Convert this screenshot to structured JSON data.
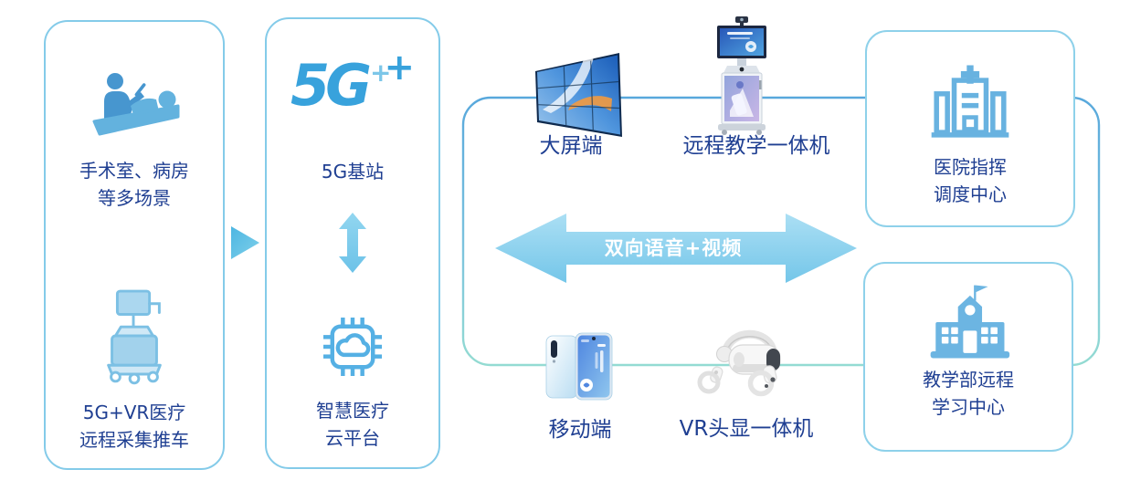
{
  "palette": {
    "box_border": "#84cbe9",
    "right_box_border": "#8ed1ea",
    "hub_border_top": "#58a8dc",
    "hub_border_bottom": "#93dbd2",
    "label_text": "#1f3f92",
    "accent_blue": "#38a2dc",
    "arrow_fill": "#8ed2ef",
    "arrow_text": "#ffffff"
  },
  "icons": {
    "scenario_top": "surgery-patient-icon",
    "scenario_bottom": "medical-cart-icon",
    "network_logo": "5g-logo",
    "network_cloud": "cloud-chip-icon",
    "flow_triangle": "right-triangle-arrow-icon",
    "vertical_link": "vertical-double-arrow-icon",
    "center_link": "horizontal-double-arrow-icon",
    "hospital": "hospital-building-icon",
    "school": "school-building-icon",
    "big_screen": "video-wall-image",
    "kiosk": "teaching-kiosk-image",
    "mobile": "smartphone-image",
    "vr": "vr-headset-image"
  },
  "scenario_box": {
    "top_label_line1": "手术室、病房",
    "top_label_line2": "等多场景",
    "bottom_label_line1": "5G+VR医疗",
    "bottom_label_line2": "远程采集推车"
  },
  "network_box": {
    "logo_text": "5G",
    "logo_plus1": "+",
    "logo_plus2": "+",
    "station_label": "5G基站",
    "cloud_label_line1": "智慧医疗",
    "cloud_label_line2": "云平台"
  },
  "hub": {
    "big_screen_label": "大屏端",
    "kiosk_label": "远程教学一体机",
    "mobile_label": "移动端",
    "vr_label": "VR头显一体机",
    "arrow_label": "双向语音+视频"
  },
  "hospital_box": {
    "label_line1": "医院指挥",
    "label_line2": "调度中心"
  },
  "school_box": {
    "label_line1": "教学部远程",
    "label_line2": "学习中心"
  }
}
